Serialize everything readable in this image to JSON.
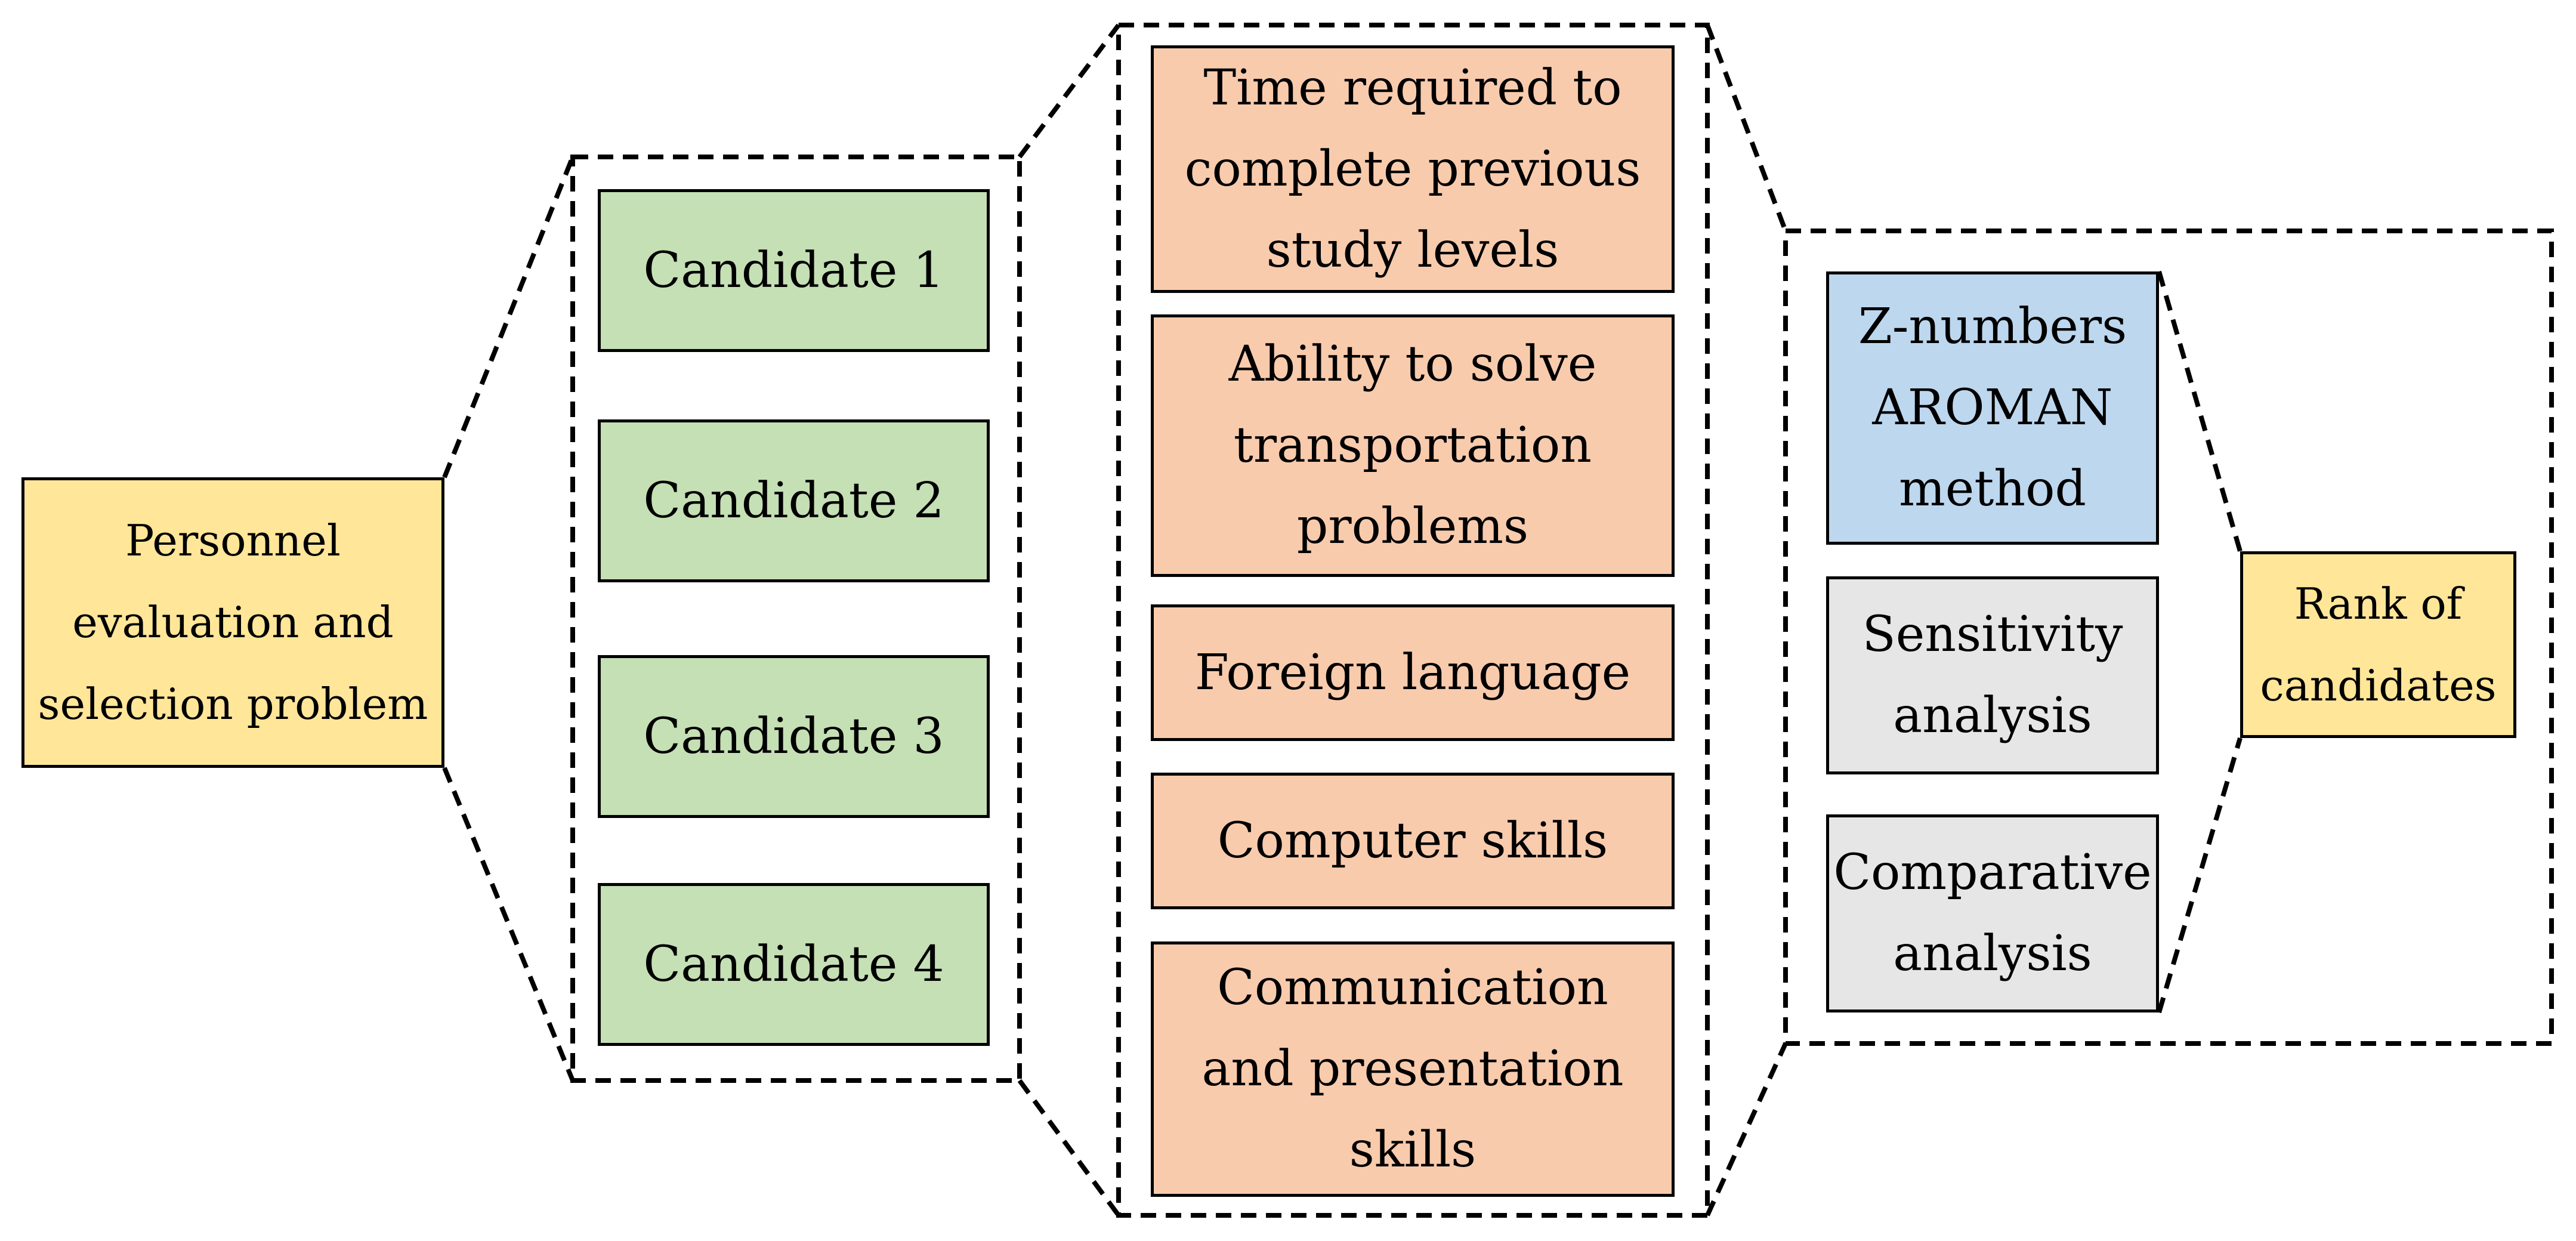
{
  "colors": {
    "yellow": "#FFE699",
    "green": "#C5E0B4",
    "orange": "#F8CBAD",
    "blue": "#BDD7EE",
    "gray": "#E7E6E6",
    "border": "#000000"
  },
  "problem": {
    "label": "Personnel\nevaluation and\nselection problem"
  },
  "candidates": [
    {
      "label": "Candidate 1"
    },
    {
      "label": "Candidate 2"
    },
    {
      "label": "Candidate 3"
    },
    {
      "label": "Candidate 4"
    }
  ],
  "criteria": [
    {
      "label": "Time required to\ncomplete previous\nstudy levels"
    },
    {
      "label": "Ability to solve\ntransportation\nproblems"
    },
    {
      "label": "Foreign language"
    },
    {
      "label": "Computer skills"
    },
    {
      "label": "Communication\nand presentation\nskills"
    }
  ],
  "methods": [
    {
      "label": "Z-numbers\nAROMAN\nmethod"
    },
    {
      "label": "Sensitivity\nanalysis"
    },
    {
      "label": "Comparative\nanalysis"
    }
  ],
  "result": {
    "label": "Rank of\ncandidates"
  }
}
